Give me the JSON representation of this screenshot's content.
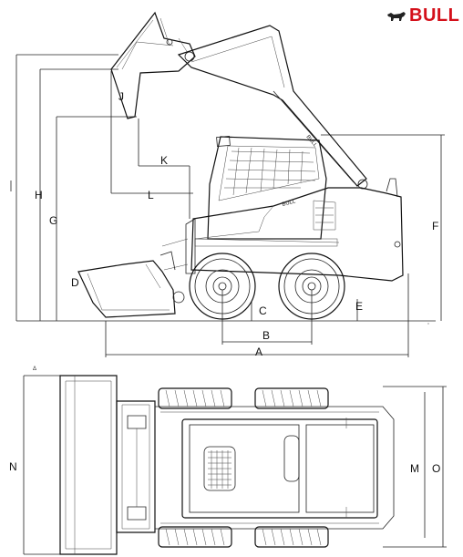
{
  "brand": {
    "name": "BULL",
    "color": "#d4101a"
  },
  "labels": {
    "A": "A",
    "B": "B",
    "C": "C",
    "D": "D",
    "E": "E",
    "F": "F",
    "G": "G",
    "H": "H",
    "J": "J",
    "K": "K",
    "L": "L",
    "M": "M",
    "N": "N",
    "O": "O"
  },
  "decal": {
    "side": "BULL",
    "boom": "BULL"
  }
}
